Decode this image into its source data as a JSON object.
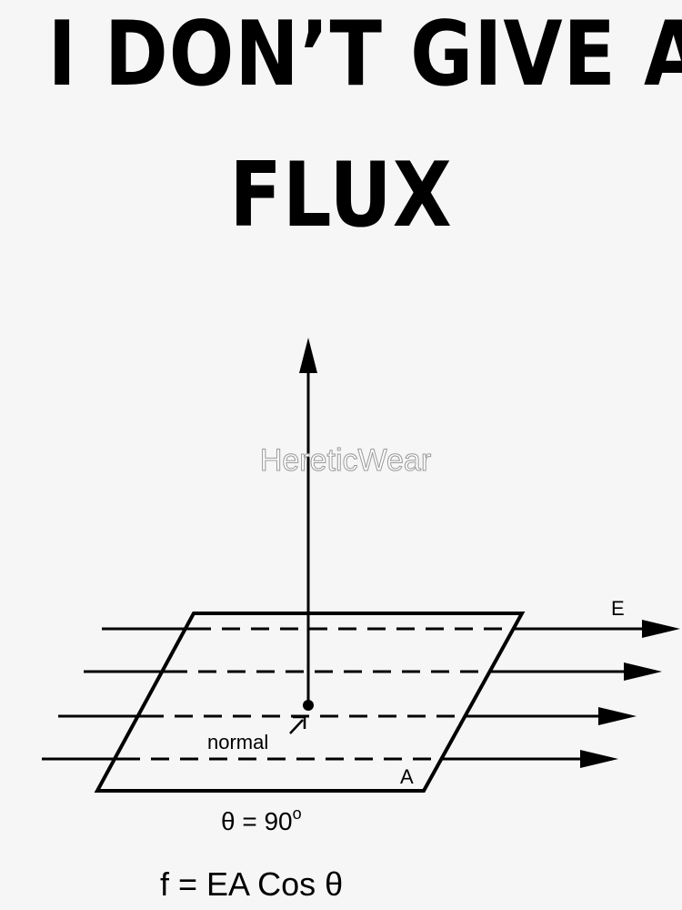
{
  "headline": {
    "line1": "I DON’T GIVE A",
    "line2": "FLUX"
  },
  "watermark": "HereticWear",
  "diagram": {
    "field_label": "E",
    "area_label": "A",
    "normal_label": "normal",
    "angle_label": "θ = 90",
    "angle_unit": "o",
    "formula": "f = EA Cos θ"
  },
  "colors": {
    "background": "#f6f6f6",
    "ink": "#000000"
  }
}
